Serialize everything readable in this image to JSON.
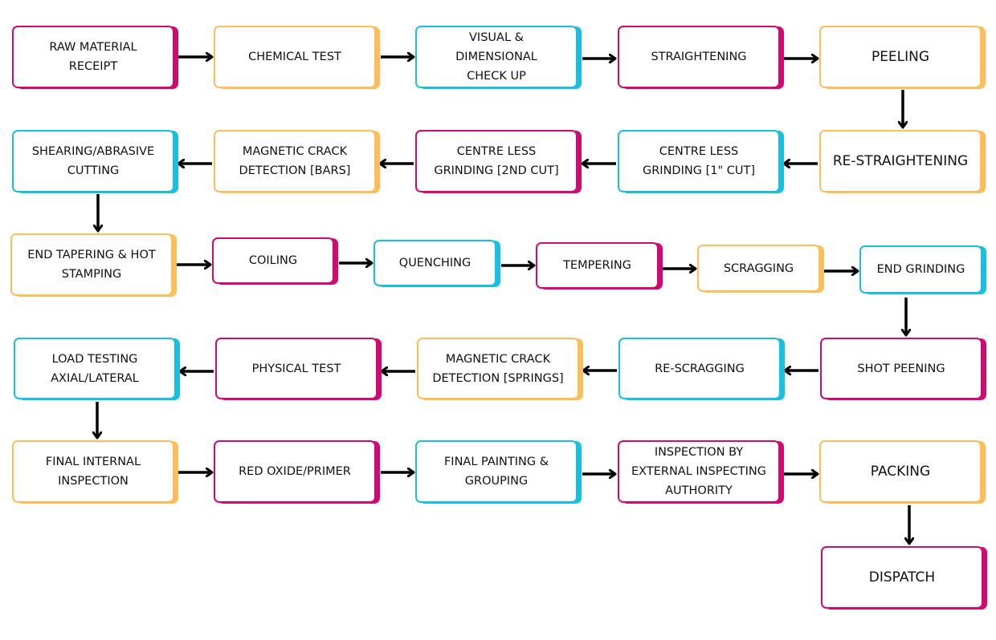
{
  "title": "Process Flow",
  "colors": {
    "pink": "#d10a72",
    "orange": "#ffbd59",
    "cyan": "#17c0e0",
    "arrow": "#000000"
  },
  "steps": [
    "RAW MATERIAL\nRECEIPT",
    "CHEMICAL TEST",
    "VISUAL &\nDIMENSIONAL\nCHECK UP",
    "STRAIGHTENING",
    "PEELING",
    "RE-STRAIGHTENING",
    "CENTRE LESS\nGRINDING [1\" CUT]",
    "CENTRE LESS\nGRINDING [2ND CUT]",
    "MAGNETIC CRACK\nDETECTION [BARS]",
    "SHEARING/ABRASIVE\nCUTTING",
    "END TAPERING & HOT\nSTAMPING",
    "COILING",
    "QUENCHING",
    "TEMPERING",
    "SCRAGGING",
    "END GRINDING",
    "SHOT PEENING",
    "RE-SCRAGGING",
    "MAGNETIC CRACK\nDETECTION [SPRINGS]",
    "PHYSICAL TEST",
    "LOAD TESTING\nAXIAL/LATERAL",
    "FINAL INTERNAL\nINSPECTION",
    "RED OXIDE/PRIMER",
    "FINAL PAINTING &\nGROUPING",
    "INSPECTION BY\nEXTERNAL INSPECTING\nAUTHORITY",
    "PACKING",
    "DISPATCH"
  ]
}
